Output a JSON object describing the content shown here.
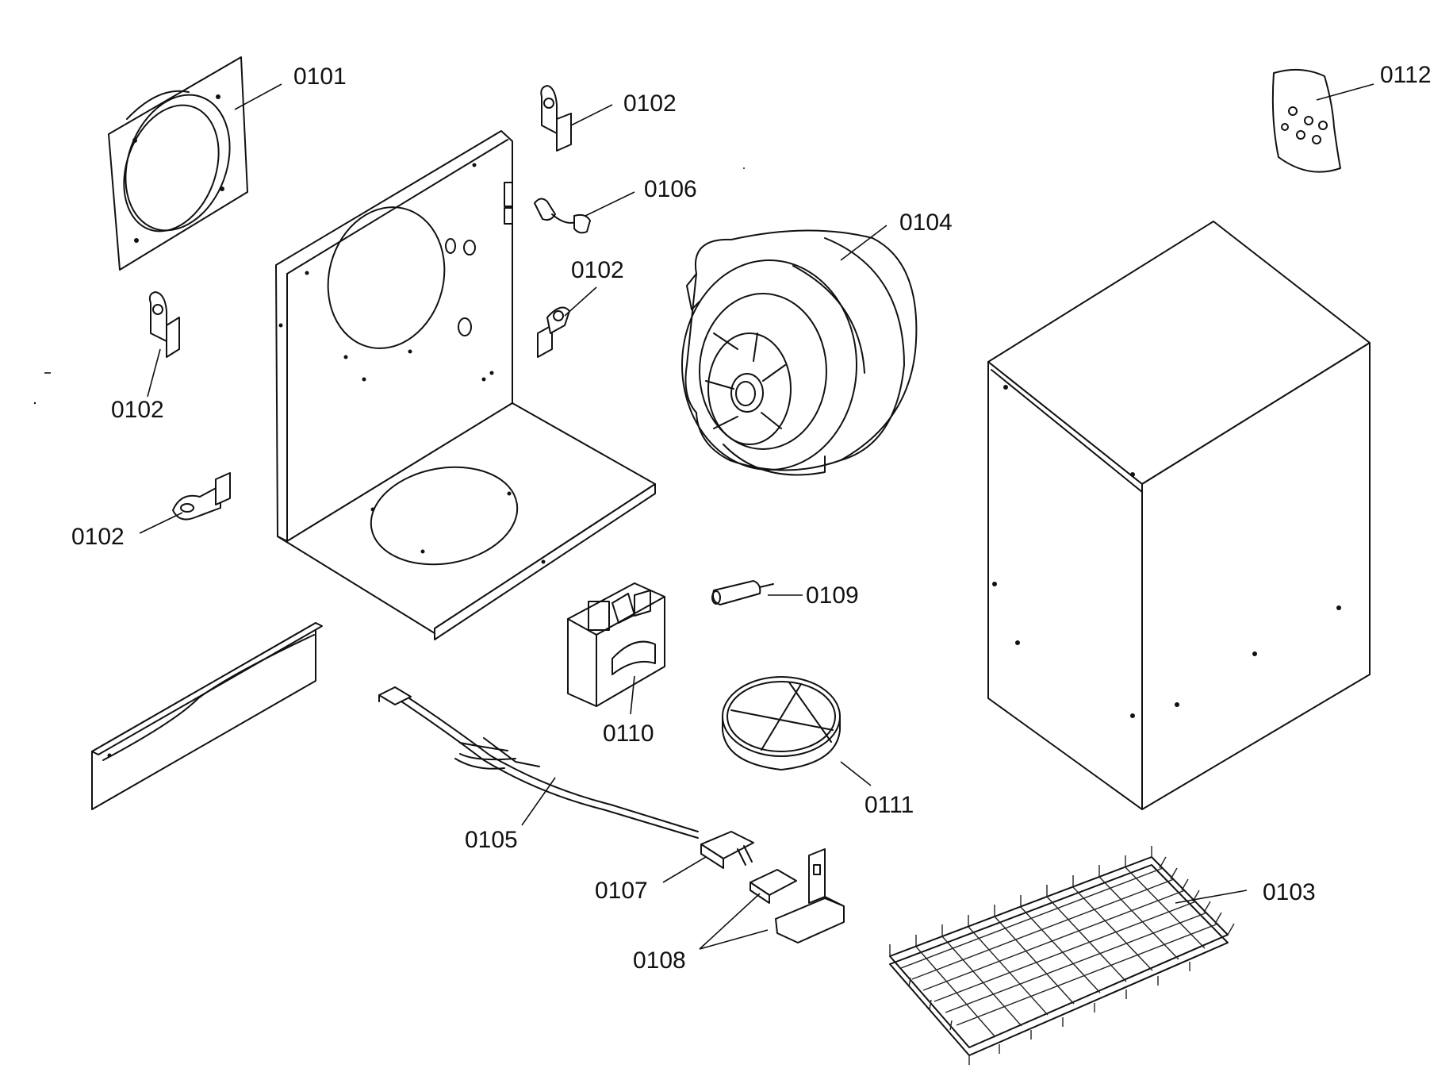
{
  "labels": {
    "p0101": "0101",
    "p0102a": "0102",
    "p0102b": "0102",
    "p0102c": "0102",
    "p0102d": "0102",
    "p0103": "0103",
    "p0104": "0104",
    "p0105": "0105",
    "p0106": "0106",
    "p0107": "0107",
    "p0108": "0108",
    "p0109": "0109",
    "p0110": "0110",
    "p0111": "0111",
    "p0112": "0112"
  }
}
